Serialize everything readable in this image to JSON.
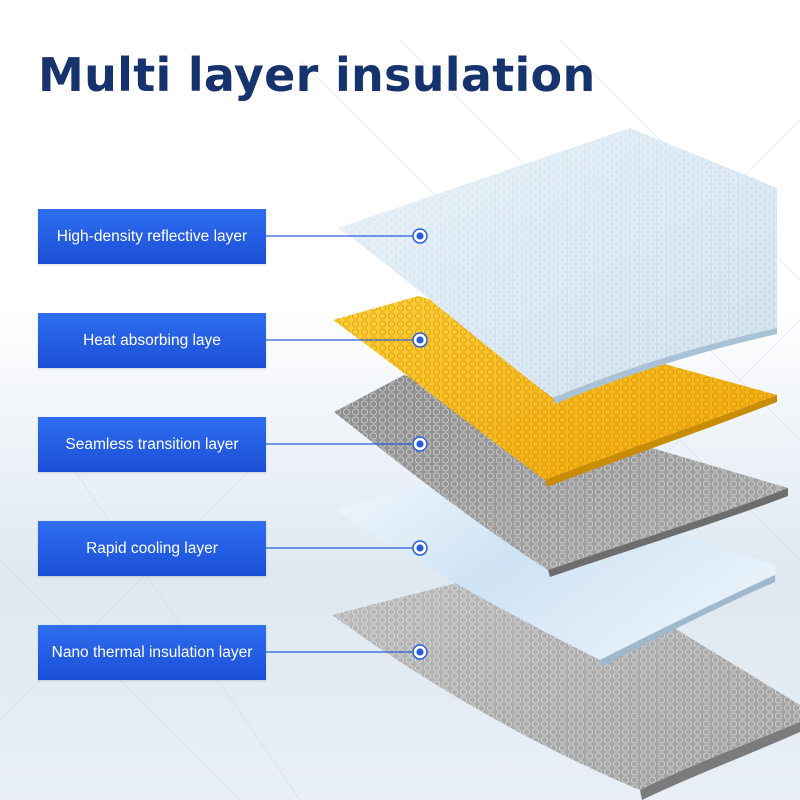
{
  "title": "Multi layer insulation",
  "layers": [
    {
      "label": "High-density reflective layer"
    },
    {
      "label": "Heat absorbing laye"
    },
    {
      "label": "Seamless transition layer"
    },
    {
      "label": "Rapid cooling layer"
    },
    {
      "label": "Nano thermal insulation layer"
    }
  ],
  "colors": {
    "title": "#16336e",
    "label_box": "#1f57e0",
    "connector": "#2a5fd8",
    "reflective_layer": "#d6e6f3",
    "heat_absorbing_layer": "#f5bd16",
    "transition_layer": "#9a9a9a",
    "cooling_layer": "#cfe3f4",
    "nano_layer": "#b5b5b5"
  }
}
